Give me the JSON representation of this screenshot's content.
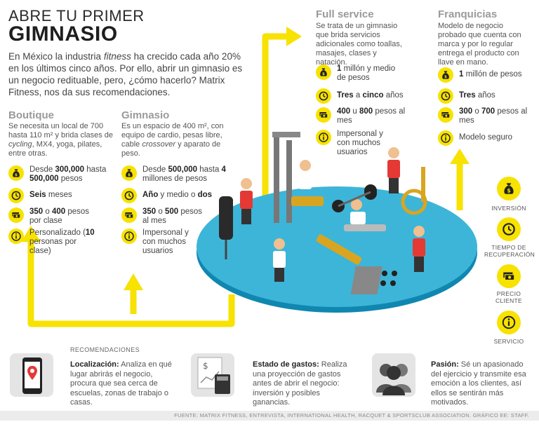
{
  "header": {
    "title_line1": "ABRE TU PRIMER",
    "title_line2": "GIMNASIO",
    "intro_a": "En México la industria ",
    "intro_em": "fitness",
    "intro_b": " ha crecido cada año 20% en los últimos cinco años. Por ello, abrir un gimnasio es un negocio redituable, pero, ¿cómo hacerlo? Matrix Fitness, nos da sus recomendaciones."
  },
  "boutique": {
    "title": "Boutique",
    "desc_a": "Se necesita un local de 700 hasta 110 m² y brida clases de ",
    "desc_em": "cycling",
    "desc_b": ", MX4, yoga, pilates, entre otras.",
    "inv_a": "Desde ",
    "inv_b1": "300,000",
    "inv_c": " hasta ",
    "inv_b2": "500,000",
    "inv_d": " pesos",
    "time_b": "Seis",
    "time_a": " meses",
    "price_b1": "350",
    "price_a": " o ",
    "price_b2": "400",
    "price_c": " pesos por clase",
    "service_a": "Personalizado (",
    "service_b": "10",
    "service_c": " personas por clase)"
  },
  "gimnasio": {
    "title": "Gimnasio",
    "desc_a": "Es un espacio de 400 m², con equipo de cardio, pesas libre, cable ",
    "desc_em": "crossover",
    "desc_b": " y aparato de peso.",
    "inv_a": "Desde ",
    "inv_b1": "500,000",
    "inv_c": " hasta ",
    "inv_b2": "4",
    "inv_d": " millones de pesos",
    "time_b1": "Año",
    "time_a": " y medio o ",
    "time_b2": "dos",
    "price_b1": "350",
    "price_a": " o ",
    "price_b2": "500",
    "price_c": " pesos al mes",
    "service": "Impersonal y con muchos usuarios"
  },
  "full_service": {
    "title": "Full service",
    "desc": "Se trata de un gimnasio que brida servicios adicionales como toallas, masajes, clases y natación.",
    "inv_b": "1",
    "inv_a": " millón y medio de pesos",
    "time_b1": "Tres",
    "time_a": " a ",
    "time_b2": "cinco",
    "time_c": " años",
    "price_b1": "400",
    "price_a": " u ",
    "price_b2": "800",
    "price_c": " pesos al mes",
    "service": "Impersonal y con muchos usuarios"
  },
  "franquicias": {
    "title": "Franquicias",
    "desc": "Modelo de negocio probado que cuenta con marca y por lo regular entrega el producto con llave en mano.",
    "inv_b": "1",
    "inv_a": " millón de pesos",
    "time_b": "Tres",
    "time_a": " años",
    "price_b1": "300",
    "price_a": " o ",
    "price_b2": "700",
    "price_c": " pesos al mes",
    "service": "Modelo seguro"
  },
  "legend": {
    "inversion": "INVERSIÓN",
    "tiempo": "TIEMPO DE RECUPERACIÓN",
    "precio": "PRECIO CLIENTE",
    "servicio": "SERVICIO"
  },
  "recomendaciones": {
    "title": "RECOMENDACIONES",
    "loc_b": "Localización:",
    "loc_a": " Analiza en qué lugar abrirás el negocio, procura que sea cerca de escuelas, zonas de trabajo o casas.",
    "gas_b": "Estado de gastos:",
    "gas_a": " Realiza una proyección de gastos antes de abrir el negocio: inversión y posibles ganancias.",
    "pas_b": "Pasión:",
    "pas_a": " Sé un apasionado del ejercicio y transmite esa emoción a los clientes, así ellos se sentirán más motivados."
  },
  "footer": "FUENTE: MATRIX FITNESS, ENTREVISTA, INTERNATIONAL HEALTH, RACQUET & SPORTSCLUB ASSOCIATION. GRÁFICO EE: STAFF.",
  "colors": {
    "accent_yellow": "#f7e200",
    "platform_blue": "#3db5d8",
    "text_gray": "#444444"
  }
}
